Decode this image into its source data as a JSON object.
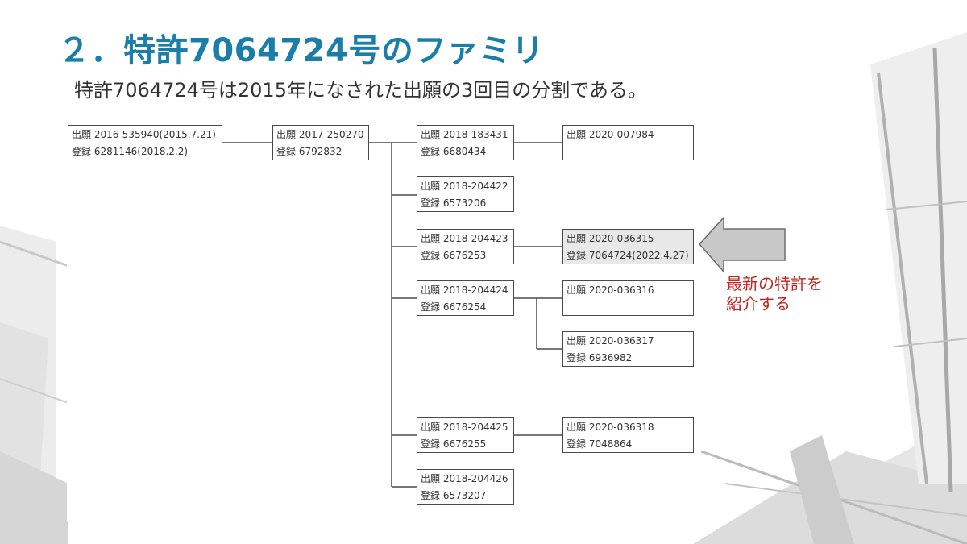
{
  "title": "２．特許7064724号のファミリ",
  "subtitle": "特許7064724号は2015年になされた出願の3回目の分割である。",
  "callout": {
    "line1": "最新の特許を",
    "line2": "紹介する"
  },
  "nodes": [
    {
      "id": "n2016",
      "line1": "出願 2016-535940(2015.7.21)",
      "line2": "登録 6281146(2018.2.2)"
    },
    {
      "id": "n2017",
      "line1": "出願 2017-250270",
      "line2": "登録 6792832"
    },
    {
      "id": "n183431",
      "line1": "出願 2018-183431",
      "line2": "登録 6680434"
    },
    {
      "id": "n007984",
      "line1": "出願 2020-007984",
      "line2": ""
    },
    {
      "id": "n204422",
      "line1": "出願 2018-204422",
      "line2": "登録 6573206"
    },
    {
      "id": "n204423",
      "line1": "出願 2018-204423",
      "line2": "登録 6676253"
    },
    {
      "id": "n036315",
      "line1": "出願 2020-036315",
      "line2": "登録 7064724(2022.4.27)"
    },
    {
      "id": "n204424",
      "line1": "出願 2018-204424",
      "line2": "登録 6676254"
    },
    {
      "id": "n036316",
      "line1": "出願 2020-036316",
      "line2": ""
    },
    {
      "id": "n036317",
      "line1": "出願 2020-036317",
      "line2": "登録 6936982"
    },
    {
      "id": "n204425",
      "line1": "出願 2018-204425",
      "line2": "登録 6676255"
    },
    {
      "id": "n036318",
      "line1": "出願 2020-036318",
      "line2": "登録 7048864"
    },
    {
      "id": "n204426",
      "line1": "出願 2018-204426",
      "line2": "登録 6573207"
    }
  ]
}
